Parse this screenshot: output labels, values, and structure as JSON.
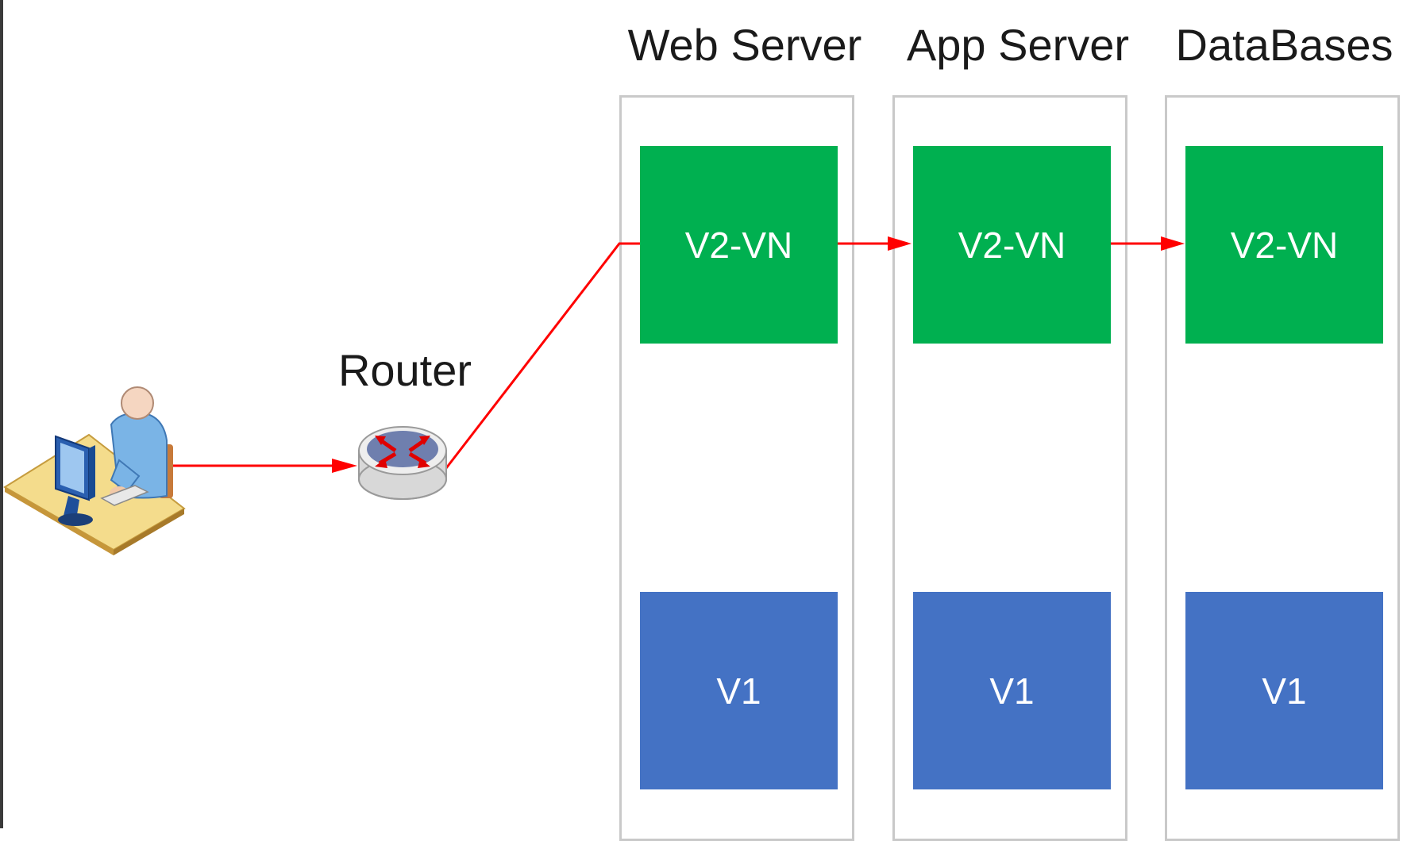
{
  "router": {
    "label": "Router"
  },
  "tiers": [
    {
      "title": "Web Server",
      "top_box": "V2-VN",
      "bottom_box": "V1"
    },
    {
      "title": "App Server",
      "top_box": "V2-VN",
      "bottom_box": "V1"
    },
    {
      "title": "DataBases",
      "top_box": "V2-VN",
      "bottom_box": "V1"
    }
  ],
  "colors": {
    "green_box": "#00b050",
    "blue_box": "#4472c4",
    "connector": "#ff0000",
    "column_border": "#c9c9c9"
  },
  "icons": [
    "user-at-computer-icon",
    "router-icon"
  ]
}
